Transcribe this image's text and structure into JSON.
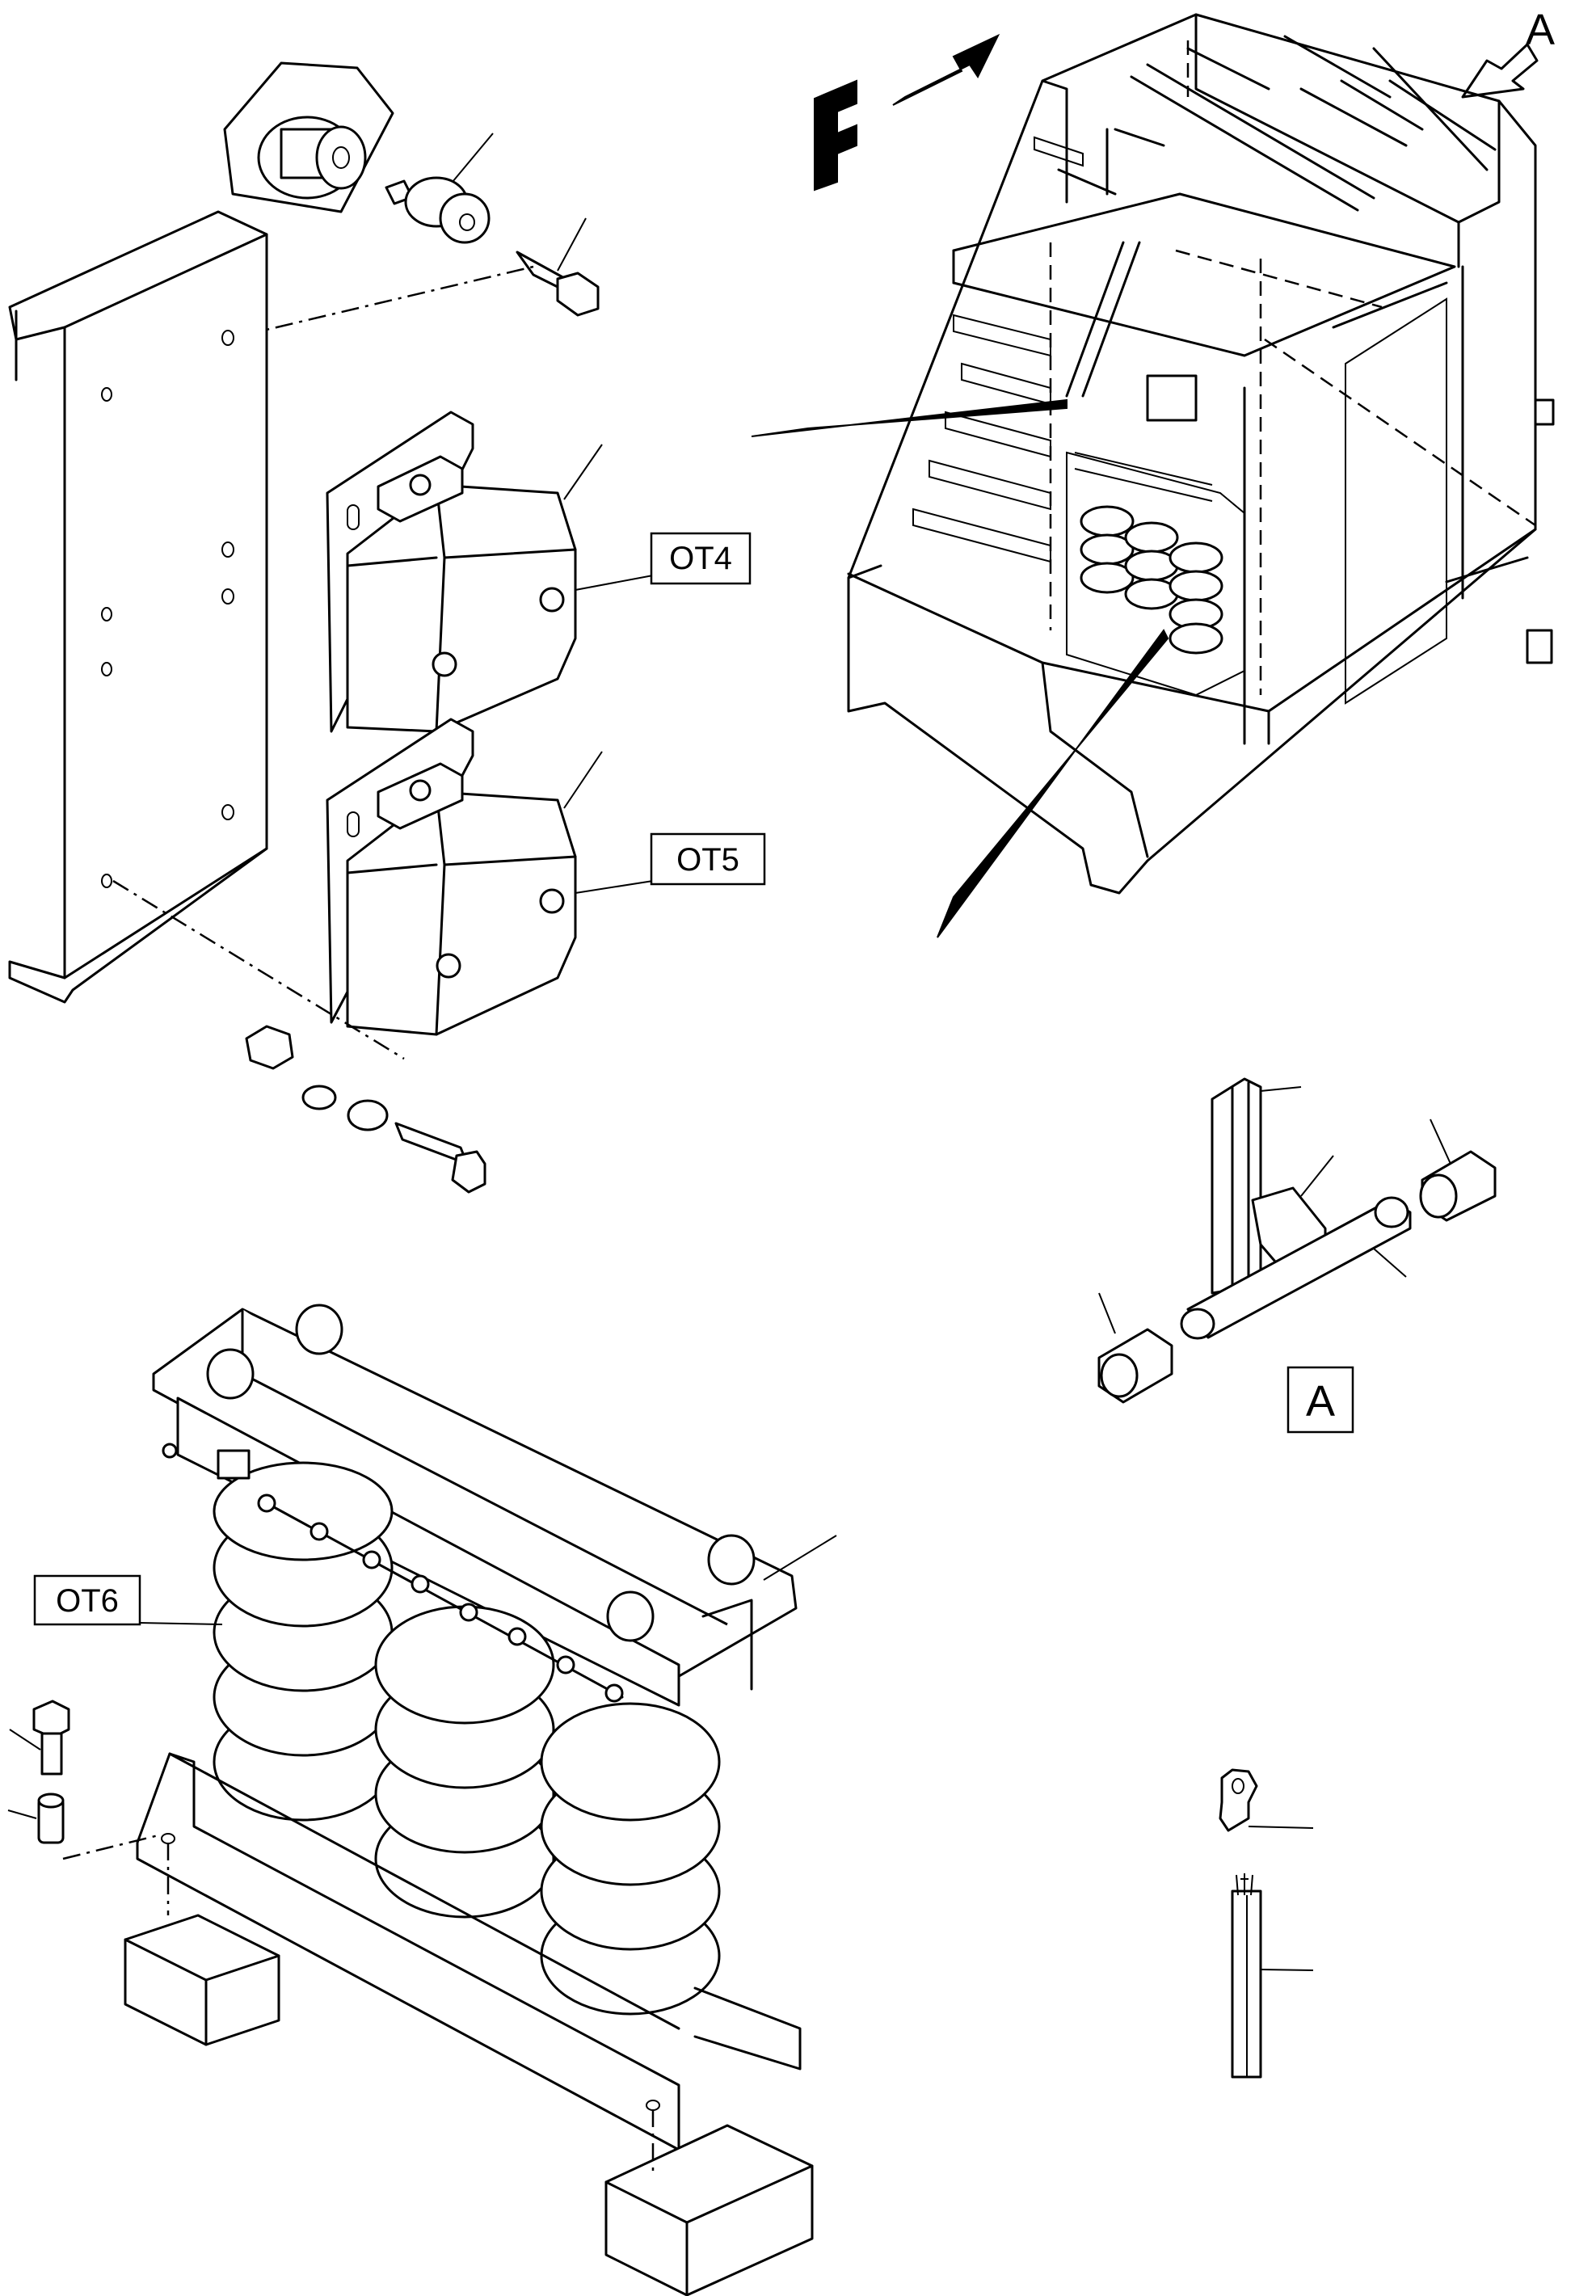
{
  "labels": {
    "ot4": "OT4",
    "ot5": "OT5",
    "ot6": "OT6",
    "view_a_marker": "A",
    "detail_a": "A",
    "front": "F"
  }
}
